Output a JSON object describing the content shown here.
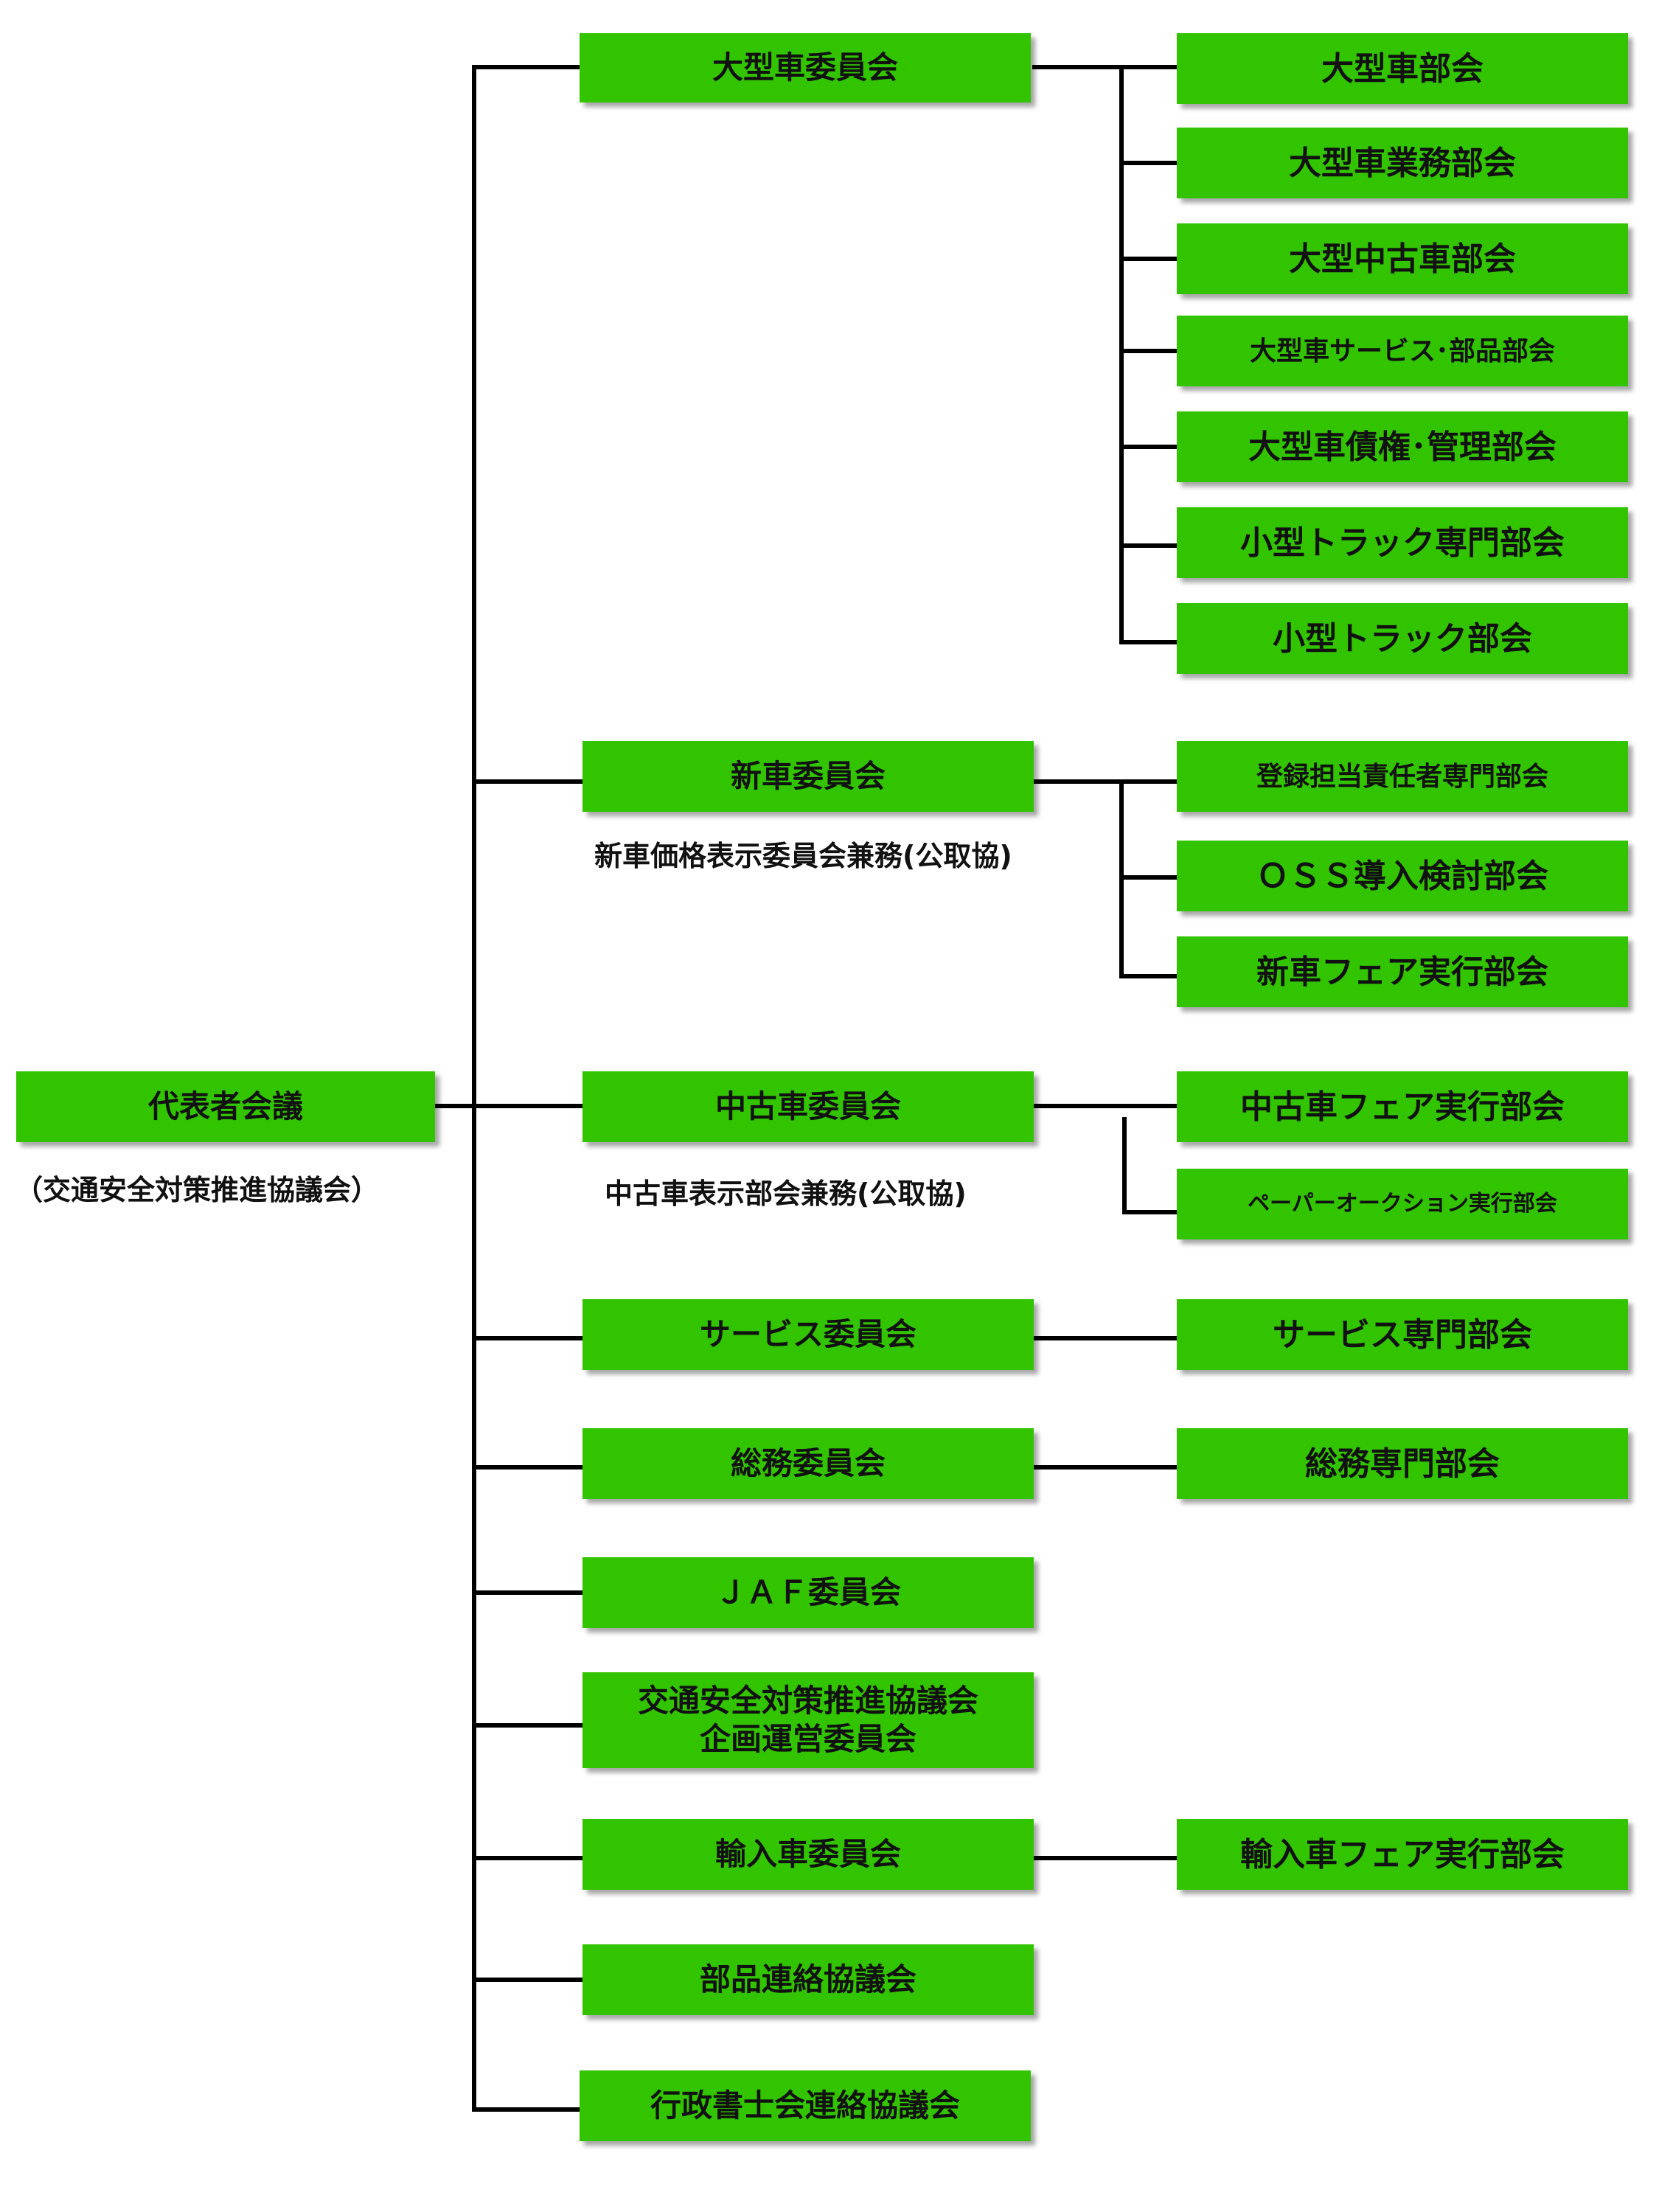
{
  "root": {
    "label": "代表者会議",
    "note": "（交通安全対策推進協議会）"
  },
  "committees": [
    {
      "label": "大型車委員会",
      "children": [
        "大型車部会",
        "大型車業務部会",
        "大型中古車部会",
        "大型車サービス･部品部会",
        "大型車債権･管理部会",
        "小型トラック専門部会",
        "小型トラック部会"
      ]
    },
    {
      "label": "新車委員会",
      "note": "新車価格表示委員会兼務(公取協)",
      "children": [
        "登録担当責任者専門部会",
        "ＯＳＳ導入検討部会",
        "新車フェア実行部会"
      ]
    },
    {
      "label": "中古車委員会",
      "note": "中古車表示部会兼務(公取協)",
      "children": [
        "中古車フェア実行部会",
        "ペーパーオークション実行部会"
      ]
    },
    {
      "label": "サービス委員会",
      "children": [
        "サービス専門部会"
      ]
    },
    {
      "label": "総務委員会",
      "children": [
        "総務専門部会"
      ]
    },
    {
      "label": "ＪＡＦ委員会",
      "children": []
    },
    {
      "label": "交通安全対策推進協議会\n企画運営委員会",
      "children": []
    },
    {
      "label": "輸入車委員会",
      "children": [
        "輸入車フェア実行部会"
      ]
    },
    {
      "label": "部品連絡協議会",
      "children": []
    },
    {
      "label": "行政書士会連絡協議会",
      "children": []
    }
  ]
}
